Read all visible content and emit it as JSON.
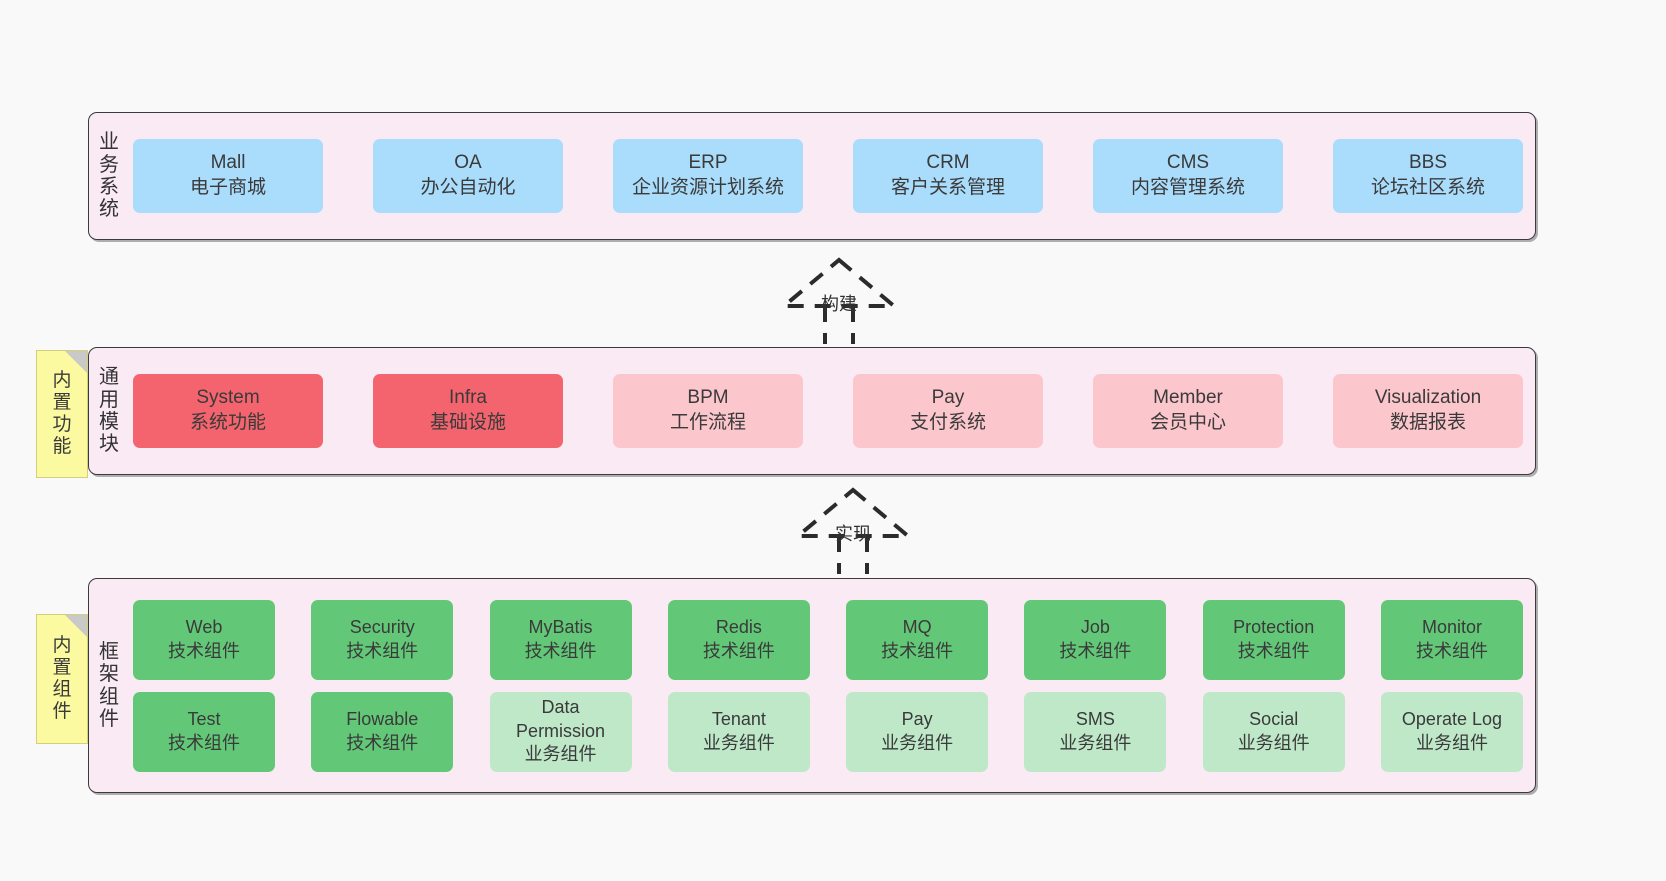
{
  "canvas": {
    "background": "#f9f9f9",
    "band_fill": "#f9eaf3",
    "band_border": "#3b3b3b"
  },
  "layers": [
    {
      "id": "business",
      "title_chars": [
        "业",
        "务",
        "系",
        "统"
      ],
      "title_text": "业务系统",
      "node_color": "#aadcfb",
      "nodes": [
        {
          "en": "Mall",
          "cn": "电子商城"
        },
        {
          "en": "OA",
          "cn": "办公自动化"
        },
        {
          "en": "ERP",
          "cn": "企业资源计划系统"
        },
        {
          "en": "CRM",
          "cn": "客户关系管理"
        },
        {
          "en": "CMS",
          "cn": "内容管理系统"
        },
        {
          "en": "BBS",
          "cn": "论坛社区系统"
        }
      ]
    },
    {
      "id": "common",
      "title_chars": [
        "通",
        "用",
        "模",
        "块"
      ],
      "title_text": "通用模块",
      "node_color_strong": "#f4646e",
      "node_color_soft": "#fcc6cd",
      "nodes": [
        {
          "en": "System",
          "cn": "系统功能",
          "variant": "strong"
        },
        {
          "en": "Infra",
          "cn": "基础设施",
          "variant": "strong"
        },
        {
          "en": "BPM",
          "cn": "工作流程",
          "variant": "soft"
        },
        {
          "en": "Pay",
          "cn": "支付系统",
          "variant": "soft"
        },
        {
          "en": "Member",
          "cn": "会员中心",
          "variant": "soft"
        },
        {
          "en": "Visualization",
          "cn": "数据报表",
          "variant": "soft"
        }
      ]
    },
    {
      "id": "framework",
      "title_chars": [
        "框",
        "架",
        "组",
        "件"
      ],
      "title_text": "框架组件",
      "node_color_tech": "#62c878",
      "node_color_biz": "#bfe8c9",
      "rows": [
        {
          "nodes": [
            {
              "en": "Web",
              "cn": "技术组件",
              "variant": "tech"
            },
            {
              "en": "Security",
              "cn": "技术组件",
              "variant": "tech"
            },
            {
              "en": "MyBatis",
              "cn": "技术组件",
              "variant": "tech"
            },
            {
              "en": "Redis",
              "cn": "技术组件",
              "variant": "tech"
            },
            {
              "en": "MQ",
              "cn": "技术组件",
              "variant": "tech"
            },
            {
              "en": "Job",
              "cn": "技术组件",
              "variant": "tech"
            },
            {
              "en": "Protection",
              "cn": "技术组件",
              "variant": "tech"
            },
            {
              "en": "Monitor",
              "cn": "技术组件",
              "variant": "tech"
            }
          ]
        },
        {
          "nodes": [
            {
              "en": "Test",
              "cn": "技术组件",
              "variant": "tech"
            },
            {
              "en": "Flowable",
              "cn": "技术组件",
              "variant": "tech"
            },
            {
              "en": "Data Permission",
              "cn": "业务组件",
              "variant": "biz"
            },
            {
              "en": "Tenant",
              "cn": "业务组件",
              "variant": "biz"
            },
            {
              "en": "Pay",
              "cn": "业务组件",
              "variant": "biz"
            },
            {
              "en": "SMS",
              "cn": "业务组件",
              "variant": "biz"
            },
            {
              "en": "Social",
              "cn": "业务组件",
              "variant": "biz"
            },
            {
              "en": "Operate Log",
              "cn": "业务组件",
              "variant": "biz"
            }
          ]
        }
      ]
    }
  ],
  "notes": [
    {
      "id": "builtin-func",
      "chars": [
        "内",
        "置",
        "功",
        "能"
      ],
      "text": "内置功能",
      "color": "#fbfaa0"
    },
    {
      "id": "builtin-comp",
      "chars": [
        "内",
        "置",
        "组",
        "件"
      ],
      "text": "内置组件",
      "color": "#fbfaa0"
    }
  ],
  "connectors": [
    {
      "id": "build",
      "label": "构建",
      "style": "dashed-generalization"
    },
    {
      "id": "impl",
      "label": "实现",
      "style": "dashed-generalization"
    }
  ]
}
